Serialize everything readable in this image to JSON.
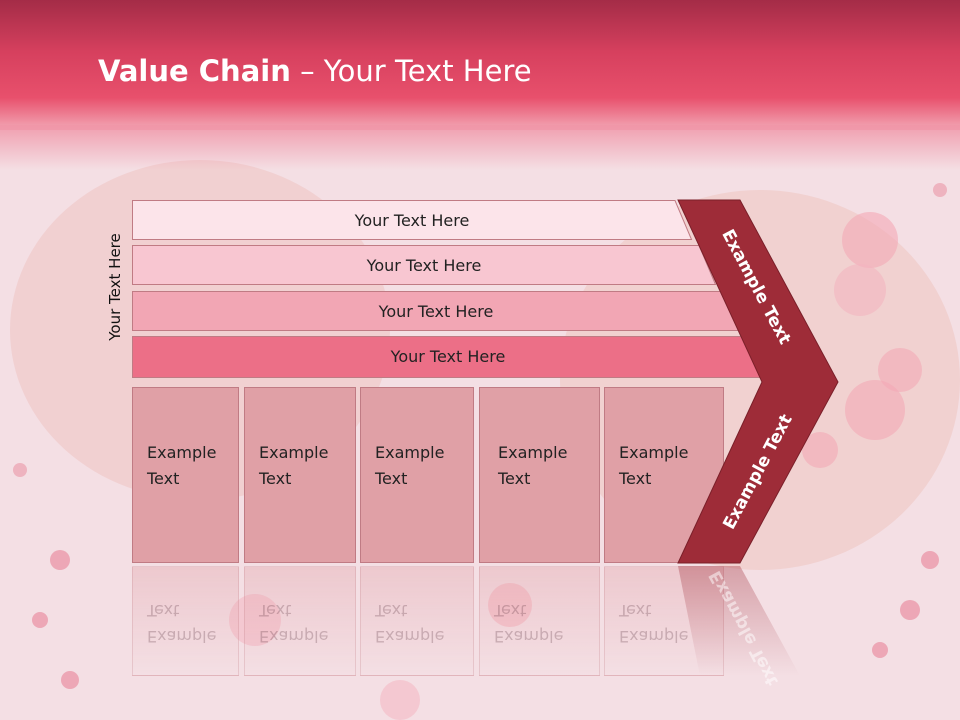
{
  "slide": {
    "title_bold": "Value Chain",
    "title_rest": " – Your Text Here",
    "side_label": "Your Text Here",
    "rows": [
      {
        "label": "Your Text Here",
        "fill": "#fce4ea"
      },
      {
        "label": "Your Text Here",
        "fill": "#f8c6d1"
      },
      {
        "label": "Your Text Here",
        "fill": "#f2a6b4"
      },
      {
        "label": "Your Text Here",
        "fill": "#ec6f87"
      }
    ],
    "boxes": [
      {
        "text": "Example\nText"
      },
      {
        "text": "Example\nText"
      },
      {
        "text": "Example\nText"
      },
      {
        "text": "Example\nText"
      },
      {
        "text": "Example\nText"
      }
    ],
    "arrow_top_label": "Example Text",
    "arrow_bottom_label": "Example Text",
    "colors": {
      "arrow": "#9e2c38",
      "header": "#d6405e"
    }
  }
}
